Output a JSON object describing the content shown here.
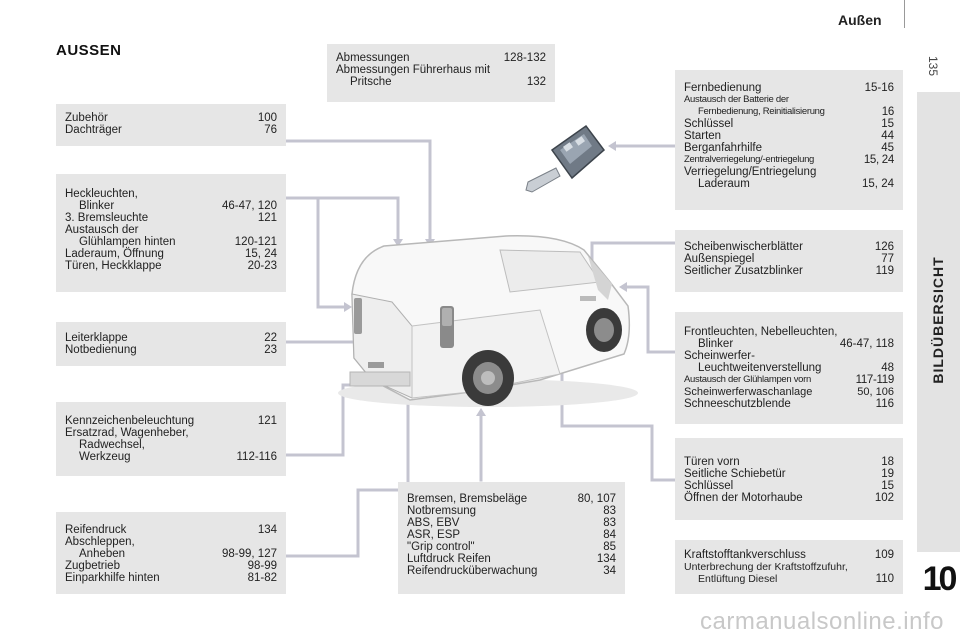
{
  "header": {
    "section_title": "Außen",
    "page_number": "135"
  },
  "sidebar": {
    "label": "BILDÜBERSICHT",
    "chapter_number": "10"
  },
  "title": "AUSSEN",
  "boxes": {
    "dimensions": [
      {
        "label": "Abmessungen",
        "pages": "128-132"
      },
      {
        "label": "Abmessungen Führerhaus mit",
        "pages": ""
      },
      {
        "label": "Pritsche",
        "pages": "132"
      }
    ],
    "accessories": [
      {
        "label": "Zubehör",
        "pages": "100"
      },
      {
        "label": "Dachträger",
        "pages": "76"
      }
    ],
    "rear_lights": [
      {
        "label": "Heckleuchten,",
        "pages": ""
      },
      {
        "label": "Blinker",
        "pages": "46-47, 120"
      },
      {
        "label": "3. Bremsleuchte",
        "pages": "121"
      },
      {
        "label": "Austausch der",
        "pages": ""
      },
      {
        "label": "Glühlampen hinten",
        "pages": "120-121"
      },
      {
        "label": "Laderaum, Öffnung",
        "pages": "15, 24"
      },
      {
        "label": "Türen, Heckklappe",
        "pages": "20-23"
      }
    ],
    "ladder_flap": [
      {
        "label": "Leiterklappe",
        "pages": "22"
      },
      {
        "label": "Notbedienung",
        "pages": "23"
      }
    ],
    "plate_lighting": [
      {
        "label": "Kennzeichenbeleuchtung",
        "pages": "121"
      },
      {
        "label": "Ersatzrad, Wagenheber,",
        "pages": ""
      },
      {
        "label": "Radwechsel,",
        "pages": ""
      },
      {
        "label": "Werkzeug",
        "pages": "112-116"
      }
    ],
    "tyres": [
      {
        "label": "Reifendruck",
        "pages": "134"
      },
      {
        "label": "Abschleppen,",
        "pages": ""
      },
      {
        "label": "Anheben",
        "pages": "98-99, 127"
      },
      {
        "label": "Zugbetrieb",
        "pages": "98-99"
      },
      {
        "label": "Einparkhilfe hinten",
        "pages": "81-82"
      }
    ],
    "brakes": [
      {
        "label": "Bremsen, Bremsbeläge",
        "pages": "80, 107"
      },
      {
        "label": "Notbremsung",
        "pages": "83"
      },
      {
        "label": "ABS, EBV",
        "pages": "83"
      },
      {
        "label": "ASR, ESP",
        "pages": "84"
      },
      {
        "label": "\"Grip control\"",
        "pages": "85"
      },
      {
        "label": "Luftdruck Reifen",
        "pages": "134"
      },
      {
        "label": "Reifendrucküberwachung",
        "pages": "34"
      }
    ],
    "remote": [
      {
        "label": "Fernbedienung",
        "pages": "15-16"
      },
      {
        "label": "Austausch der Batterie der",
        "pages": ""
      },
      {
        "label": "Fernbedienung, Reinitialisierung",
        "pages": "16"
      },
      {
        "label": "Schlüssel",
        "pages": "15"
      },
      {
        "label": "Starten",
        "pages": "44"
      },
      {
        "label": "Berganfahrhilfe",
        "pages": "45"
      },
      {
        "label": "Zentralverriegelung/-entriegelung",
        "pages": "15, 24"
      },
      {
        "label": "Verriegelung/Entriegelung",
        "pages": ""
      },
      {
        "label": "Laderaum",
        "pages": "15, 24"
      }
    ],
    "wipers": [
      {
        "label": "Scheibenwischerblätter",
        "pages": "126"
      },
      {
        "label": "Außenspiegel",
        "pages": "77"
      },
      {
        "label": "Seitlicher Zusatzblinker",
        "pages": "119"
      }
    ],
    "front_lights": [
      {
        "label": "Frontleuchten, Nebelleuchten,",
        "pages": ""
      },
      {
        "label": "Blinker",
        "pages": "46-47, 118"
      },
      {
        "label": "Scheinwerfer-",
        "pages": ""
      },
      {
        "label": "Leuchtweitenverstellung",
        "pages": "48"
      },
      {
        "label": "Austausch der Glühlampen vorn",
        "pages": "117-119"
      },
      {
        "label": "Scheinwerferwaschanlage",
        "pages": "50, 106"
      },
      {
        "label": "Schneeschutzblende",
        "pages": "116"
      }
    ],
    "doors": [
      {
        "label": "Türen vorn",
        "pages": "18"
      },
      {
        "label": "Seitliche Schiebetür",
        "pages": "19"
      },
      {
        "label": "Schlüssel",
        "pages": "15"
      },
      {
        "label": "Öffnen der Motorhaube",
        "pages": "102"
      }
    ],
    "fuel": [
      {
        "label": "Kraftstofftankverschluss",
        "pages": "109"
      },
      {
        "label": "Unterbrechung der Kraftstoffzufuhr,",
        "pages": ""
      },
      {
        "label": "Entlüftung Diesel",
        "pages": "110"
      }
    ]
  },
  "watermark": "carmanualsonline.info",
  "colors": {
    "box_bg": "#e6e6e6",
    "leader_line": "#c4c4d0",
    "side_tab": "#e3e3e3"
  }
}
